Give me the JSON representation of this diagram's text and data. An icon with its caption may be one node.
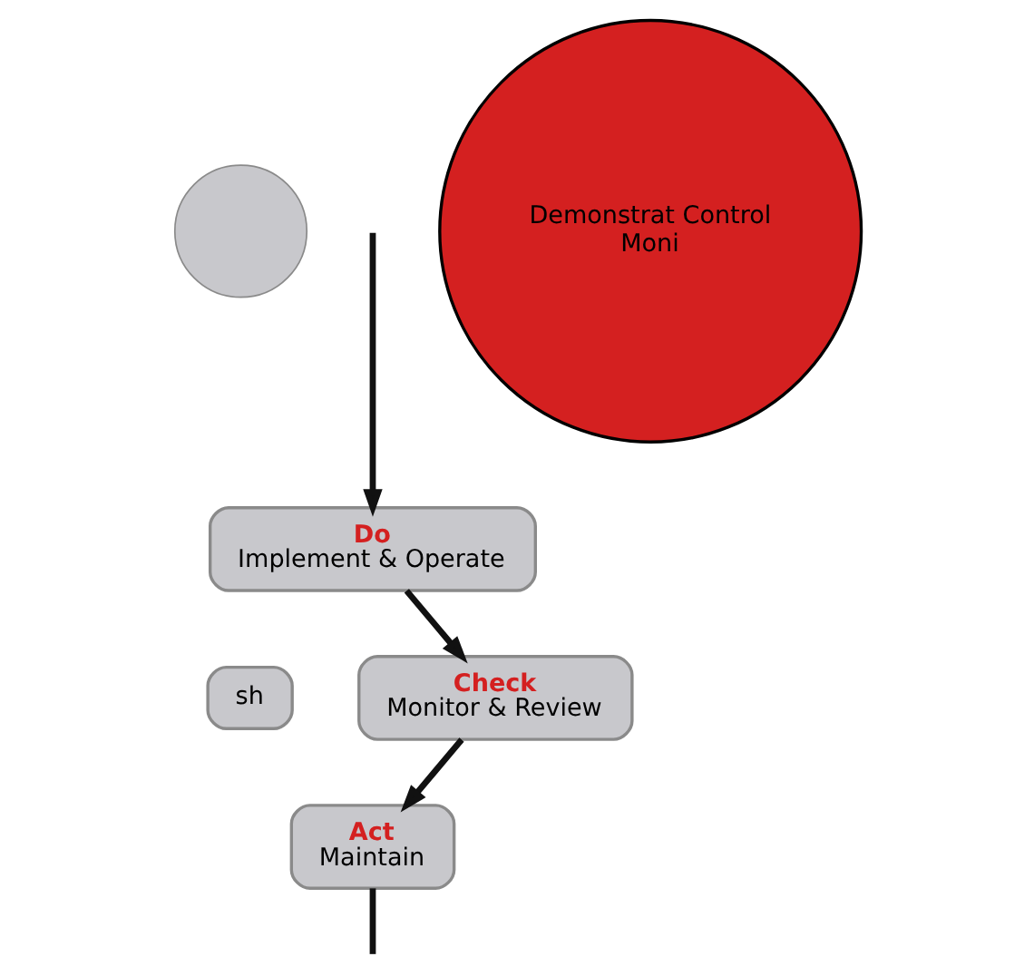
{
  "diagram": {
    "nodes": [
      {
        "text": [],
        "shape": "circle"
      },
      {
        "text": [
          "Do",
          "Implement & Operate"
        ]
      },
      {
        "text": [
          "sh"
        ]
      },
      {
        "text": [
          "Check",
          "Monitor & Review"
        ]
      },
      {
        "text": [
          "Act",
          "Maintain"
        ]
      },
      {
        "text": [
          "Demonstrat Control",
          "Moni"
        ]
      }
    ],
    "edges": [
      {
        "from": null,
        "to": 1,
        "arrow": "to"
      },
      {
        "from": 1,
        "to": 3,
        "arrow": "to"
      },
      {
        "from": 3,
        "to": 4,
        "arrow": "to"
      },
      {
        "from": 4,
        "to": null,
        "arrow": "none"
      }
    ]
  }
}
